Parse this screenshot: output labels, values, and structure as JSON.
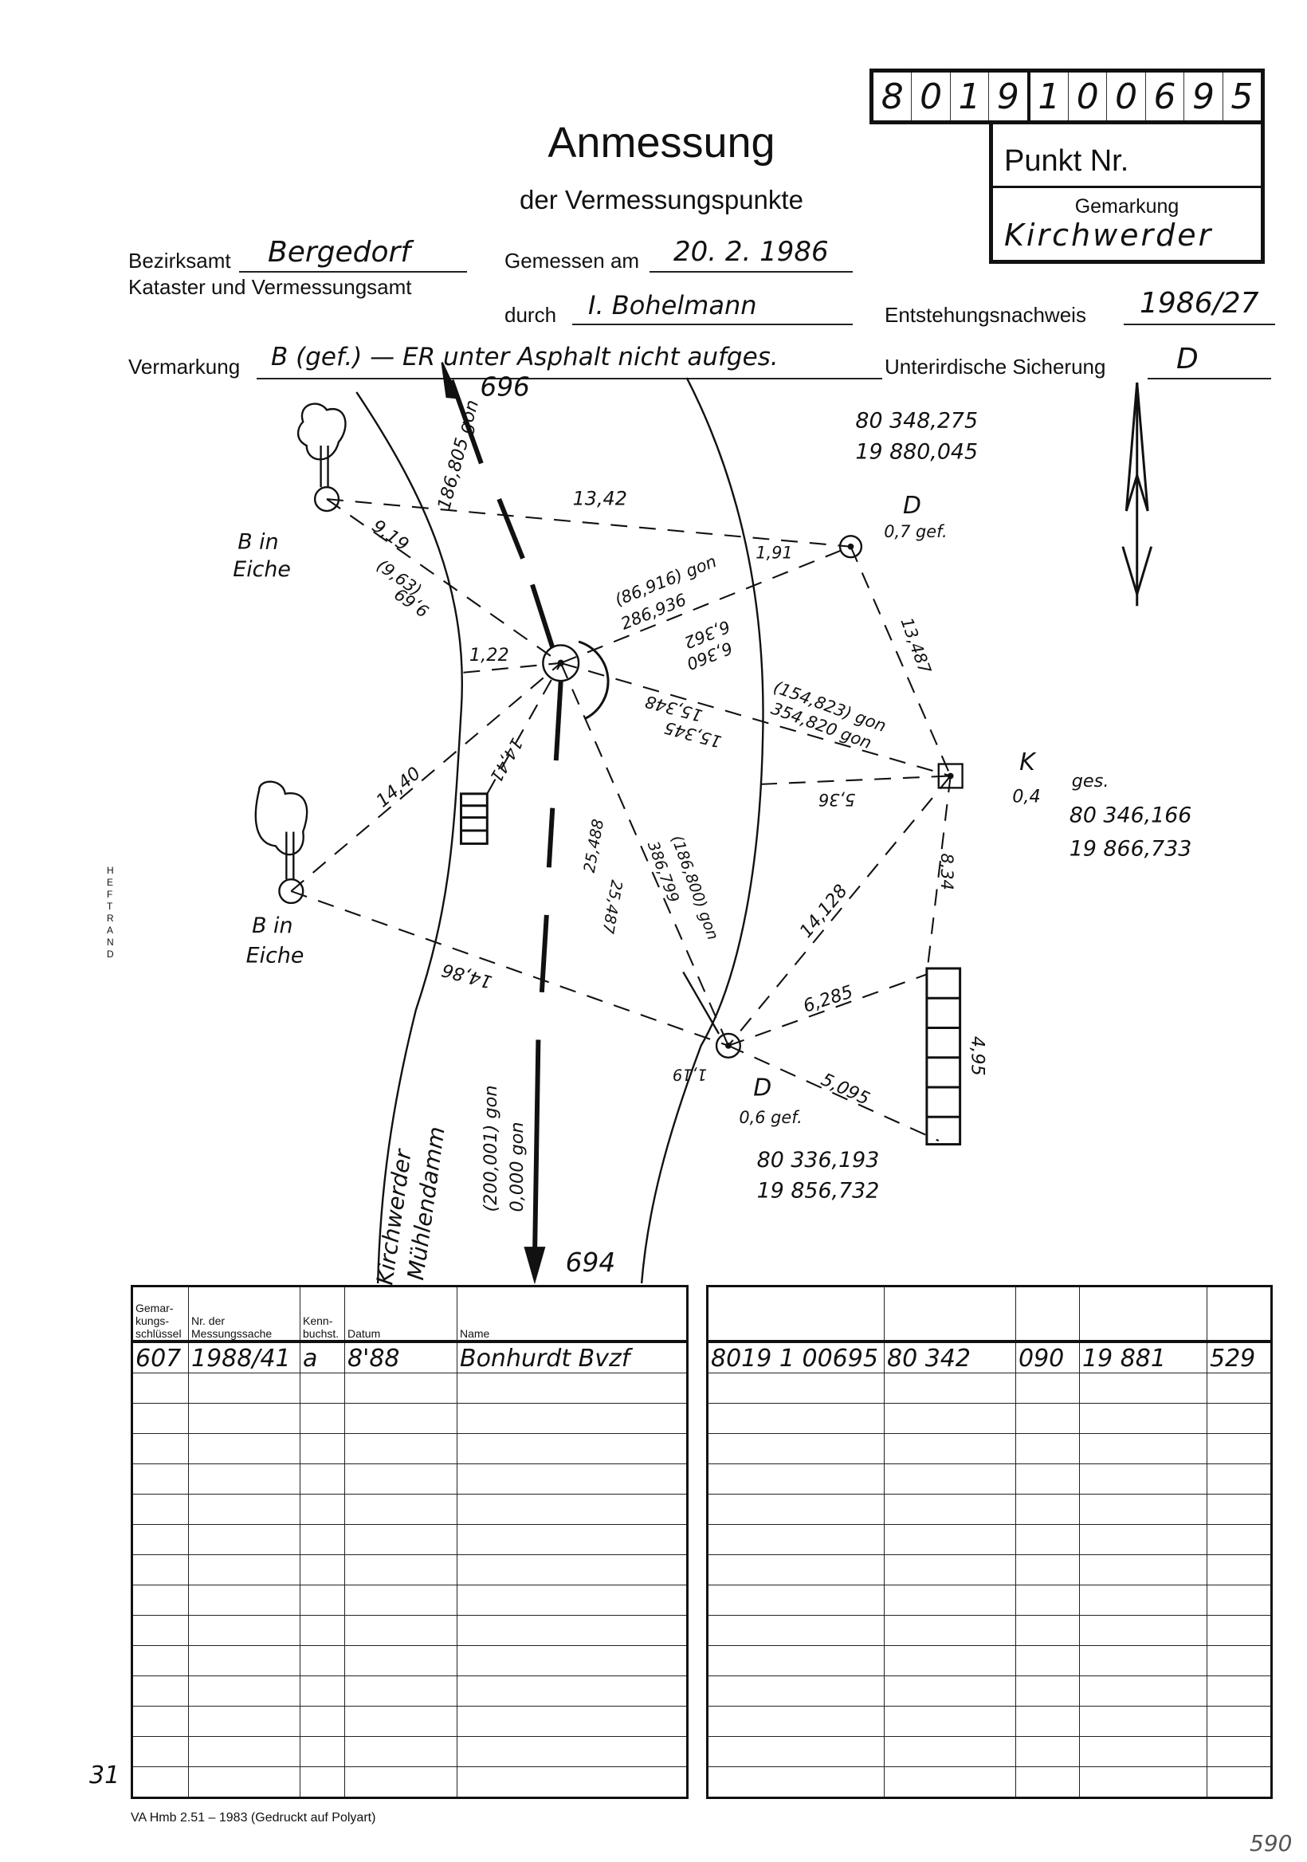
{
  "punkt": {
    "digits": [
      "8",
      "0",
      "1",
      "9",
      "1",
      "0",
      "0",
      "6",
      "9",
      "5"
    ],
    "label": "Punkt Nr.",
    "gemarkung_label": "Gemarkung",
    "gemarkung_value": "Kirchwerder"
  },
  "header": {
    "title": "Anmessung",
    "subtitle": "der Vermessungspunkte"
  },
  "form": {
    "bezirksamt_label": "Bezirksamt",
    "bezirksamt_value": "Bergedorf",
    "kataster_label": "Kataster und Vermessungsamt",
    "gemessen_label": "Gemessen am",
    "gemessen_value": "20. 2. 1986",
    "durch_label": "durch",
    "durch_value": "I. Bohelmann",
    "entstehung_label": "Entstehungsnachweis",
    "entstehung_value": "1986/27",
    "vermarkung_label": "Vermarkung",
    "vermarkung_value": "B (gef.) — ER unter Asphalt nicht aufges.",
    "sicherung_label": "Unterirdische Sicherung",
    "sicherung_value": "D"
  },
  "sketch": {
    "pt_top": "696",
    "pt_bottom": "694",
    "dir_top": "186,805 gon",
    "dir_bottom_1": "(200,001) gon",
    "dir_bottom_2": "0,000 gon",
    "street": "Kirchwerder",
    "street_2": "Mühlendamm",
    "tree1_1": "B in",
    "tree1_2": "Eiche",
    "tree2_1": "B in",
    "tree2_2": "Eiche",
    "d13_42": "13,42",
    "d9_19": "9,19",
    "d9_63": "(9,63)",
    "d9_69": "9,69",
    "d1_22": "1,22",
    "d1_91": "1,91",
    "a86": "(86,916) gon",
    "a286": "286,936",
    "d6_362": "6,362",
    "d6_360": "6,360",
    "a154": "(154,823) gon",
    "a354": "354,820 gon",
    "d15_348": "15,348",
    "d15_345": "15,345",
    "d5_36": "5,36",
    "d14_40": "14,40",
    "d14_41": "14,41",
    "d25_488": "25,488",
    "d25_487": "25,487",
    "a386": "386,799",
    "a186": "(186,800) gon",
    "d14_128": "14,128",
    "d14_86": "14,86",
    "d13_487": "13,487",
    "d8_34": "8,34",
    "d6_285": "6,285",
    "d5_095": "5,095",
    "d4_95": "4,95",
    "d1_19": "1,19",
    "ptD1": "D",
    "ptD1_info": "0,7 gef.",
    "ptD1_x": "80 348,275",
    "ptD1_y": "19 880,045",
    "ptK": "K",
    "ptK_info": "0,4",
    "ptK_ges": "ges.",
    "ptK_x": "80 346,166",
    "ptK_y": "19 866,733",
    "ptD2": "D",
    "ptD2_info": "0,6 gef.",
    "ptD2_x": "80 336,193",
    "ptD2_y": "19 856,732"
  },
  "table": {
    "left_headers": [
      "Gemar-kungs-schlüssel",
      "Nr. der Messungssache",
      "Kenn-buchst.",
      "Datum",
      "Name"
    ],
    "left_row": [
      "607",
      "1988/41",
      "a",
      "8'88",
      "Bonhurdt Bvzf"
    ],
    "right_row": [
      "8019 1 00695",
      "80 342",
      "090",
      "19 881",
      "529"
    ]
  },
  "footer": {
    "form_id": "VA Hmb 2.51 – 1983 (Gedruckt auf Polyart)",
    "page_mark": "31",
    "archive_number": "590",
    "margin_label": "HEFTRAND"
  }
}
